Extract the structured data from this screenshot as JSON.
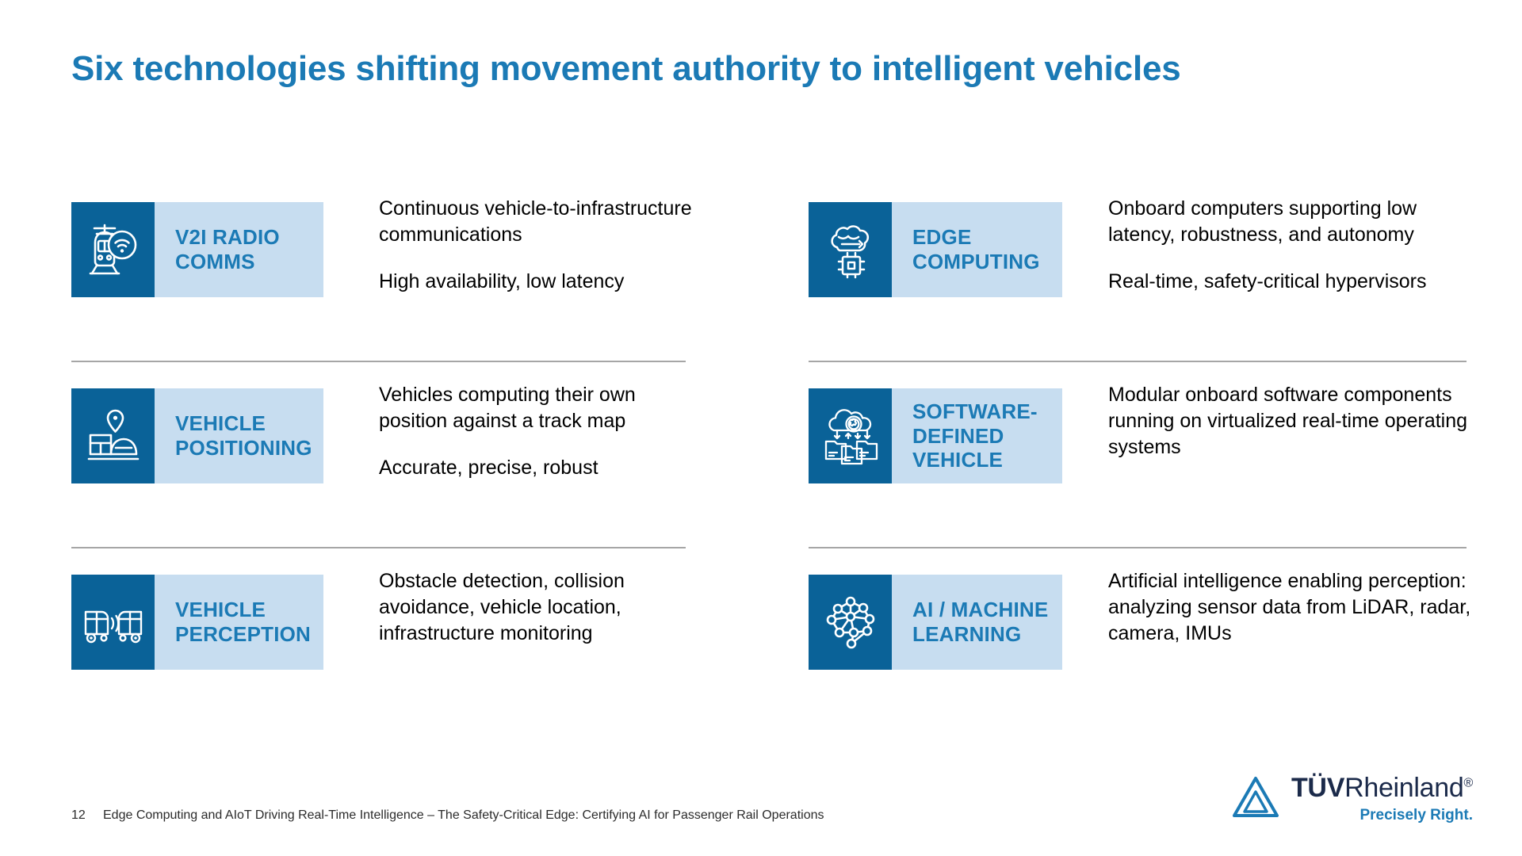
{
  "slide": {
    "title": "Six technologies shifting movement authority to intelligent vehicles",
    "accent_color": "#1b7ab5",
    "icon_tile_color": "#0a6298",
    "label_tile_color": "#c7ddf0"
  },
  "cards": [
    {
      "icon": "train-wifi-icon",
      "label": "V2I RADIO COMMS",
      "paragraphs": [
        "Continuous vehicle-to-infrastructure communications",
        "High availability, low latency"
      ]
    },
    {
      "icon": "brain-cloud-chip-icon",
      "label": "EDGE COMPUTING",
      "paragraphs": [
        "Onboard computers supporting low latency, robustness, and autonomy",
        "Real-time, safety-critical hypervisors"
      ]
    },
    {
      "icon": "train-map-pin-icon",
      "label": "VEHICLE POSITIONING",
      "paragraphs": [
        "Vehicles computing their own position against a track map",
        "Accurate, precise, robust"
      ]
    },
    {
      "icon": "cloud-gear-modules-icon",
      "label": "SOFTWARE-DEFINED VEHICLE",
      "paragraphs": [
        "Modular onboard software components running on virtualized real-time operating systems"
      ]
    },
    {
      "icon": "two-vehicles-radar-icon",
      "label": "VEHICLE PERCEPTION",
      "paragraphs": [
        "Obstacle detection, collision avoidance, vehicle location, infrastructure monitoring"
      ]
    },
    {
      "icon": "neural-network-icon",
      "label": "AI / MACHINE LEARNING",
      "paragraphs": [
        "Artificial intelligence enabling perception: analyzing sensor data from LiDAR, radar, camera, IMUs"
      ]
    }
  ],
  "footer": {
    "page_number": "12",
    "text": "Edge Computing and AIoT Driving Real-Time Intelligence – The Safety-Critical Edge: Certifying AI for Passenger Rail Operations"
  },
  "logo": {
    "mark": "tuv-rheinland-triangle-icon",
    "brand_bold": "TÜV",
    "brand_light": "Rheinland",
    "registered": "®",
    "tagline": "Precisely Right."
  }
}
